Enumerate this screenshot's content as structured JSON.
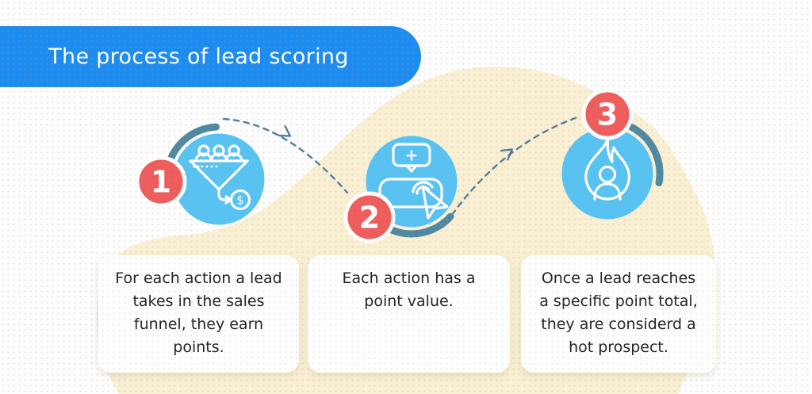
{
  "header": {
    "title": "The process of lead scoring"
  },
  "steps": [
    {
      "number": "1",
      "icon": "leads-sales-funnel-icon",
      "description": "For each action a lead\ntakes in the sales\nfunnel, they earn\npoints."
    },
    {
      "number": "2",
      "icon": "action-click-button-icon",
      "description": "Each action has a\npoint value."
    },
    {
      "number": "3",
      "icon": "hot-prospect-flame-icon",
      "description": "Once a lead reaches\na specific point total,\nthey are considerd a\nhot prospect."
    }
  ],
  "icon_glyphs": {
    "dollar": "$",
    "plus": "+"
  },
  "colors": {
    "header_blue": "#1C8CF0",
    "circle_blue": "#57C3F3",
    "badge_red": "#EE5C5C",
    "arc_teal": "#4F89A1",
    "dash_teal": "#4F7F98",
    "blob_cream": "#F9F0D4",
    "card_bg": "#FFFFFF",
    "text_dark": "#232323"
  }
}
